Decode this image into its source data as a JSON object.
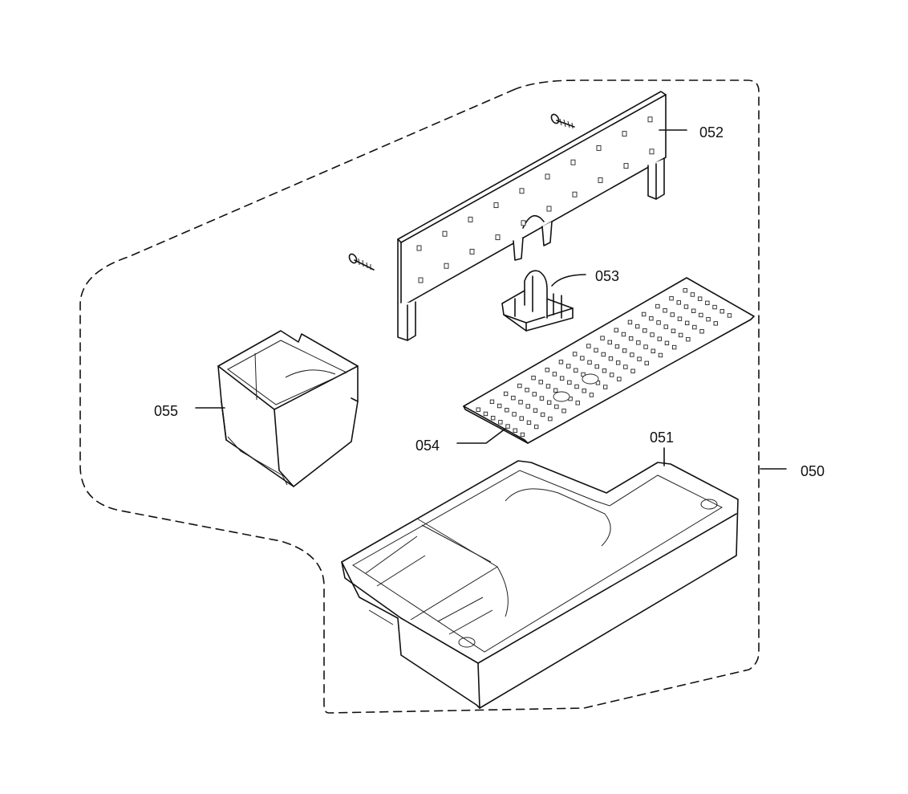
{
  "diagram": {
    "callouts": [
      {
        "id": "050",
        "label": "050"
      },
      {
        "id": "051",
        "label": "051"
      },
      {
        "id": "052",
        "label": "052"
      },
      {
        "id": "053",
        "label": "053"
      },
      {
        "id": "054",
        "label": "054"
      },
      {
        "id": "055",
        "label": "055"
      }
    ],
    "colors": {
      "line": "#111111",
      "background": "#ffffff"
    }
  }
}
